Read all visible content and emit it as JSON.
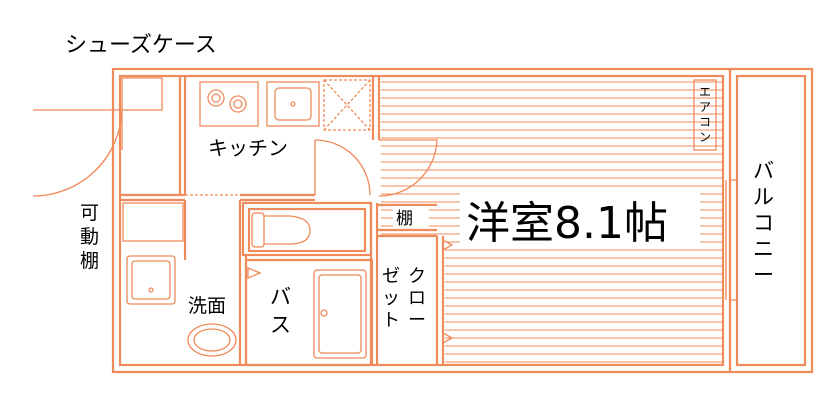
{
  "colors": {
    "wall": "#ef8a5a",
    "wall_fill": "#f6c3a3",
    "text": "#000000",
    "background": "#ffffff"
  },
  "labels": {
    "shoe_case": "シューズケース",
    "kitchen": "キッチン",
    "movable_shelf": [
      "可",
      "動",
      "棚"
    ],
    "washroom": "洗面",
    "bath": [
      "バ",
      "ス"
    ],
    "shelf": "棚",
    "closet_col1": [
      "ゼ",
      "ッ",
      "ト"
    ],
    "closet_col2": [
      "ク",
      "ロ",
      "ー"
    ],
    "room": "洋室8.1帖",
    "aircon": [
      "エ",
      "ア",
      "コ",
      "ン"
    ],
    "balcony": [
      "バ",
      "ル",
      "コ",
      "ニ",
      "ー"
    ]
  }
}
